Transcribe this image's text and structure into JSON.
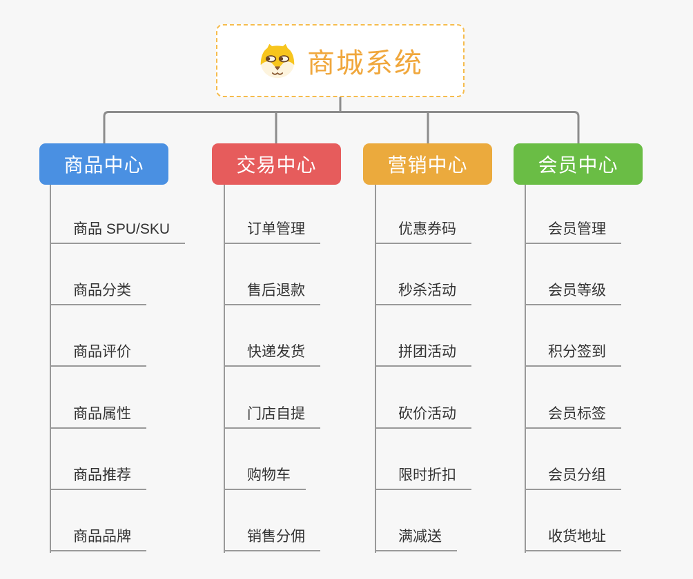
{
  "canvas": {
    "background": "#F7F7F7",
    "connector_color": "#8C8C8C",
    "child_line_color": "#999999",
    "child_text_color": "#333333"
  },
  "root": {
    "title": "商城系统",
    "title_color": "#F0A73C",
    "border_color": "#F6BC4D",
    "icon": "dog-face-icon"
  },
  "branches": [
    {
      "id": "product-center",
      "label": "商品中心",
      "color": "#4A90E2",
      "children": [
        "商品 SPU/SKU",
        "商品分类",
        "商品评价",
        "商品属性",
        "商品推荐",
        "商品品牌"
      ]
    },
    {
      "id": "trade-center",
      "label": "交易中心",
      "color": "#E65C5C",
      "children": [
        "订单管理",
        "售后退款",
        "快递发货",
        "门店自提",
        "购物车",
        "销售分佣"
      ]
    },
    {
      "id": "marketing-center",
      "label": "营销中心",
      "color": "#EBAA3D",
      "children": [
        "优惠券码",
        "秒杀活动",
        "拼团活动",
        "砍价活动",
        "限时折扣",
        "满减送"
      ]
    },
    {
      "id": "member-center",
      "label": "会员中心",
      "color": "#6ABD45",
      "children": [
        "会员管理",
        "会员等级",
        "积分签到",
        "会员标签",
        "会员分组",
        "收货地址"
      ]
    }
  ]
}
